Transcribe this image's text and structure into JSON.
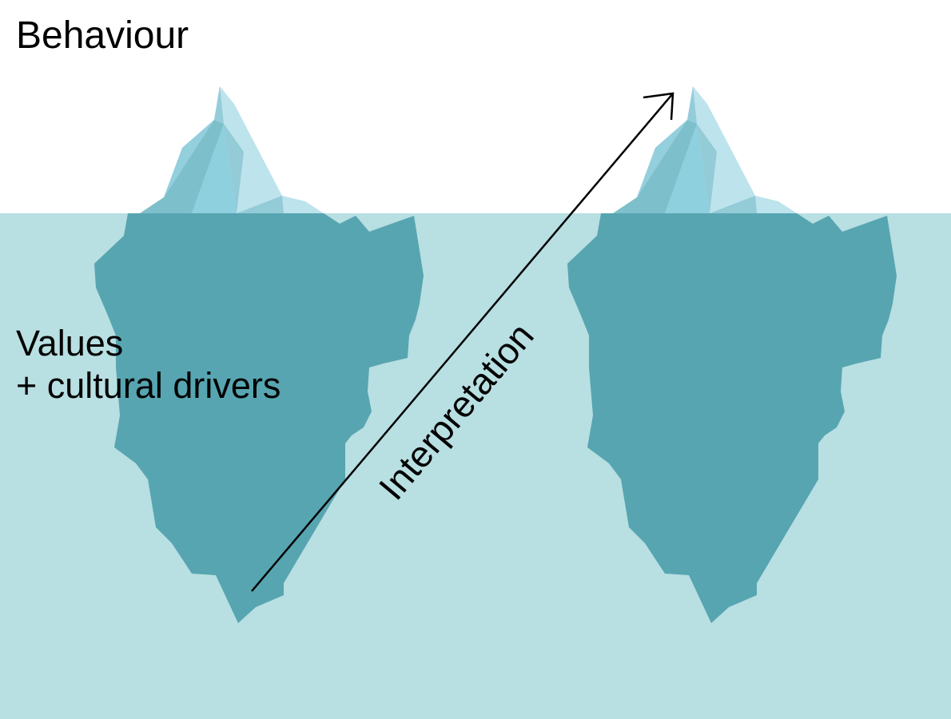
{
  "labels": {
    "top": "Behaviour",
    "bottom_line1": "Values",
    "bottom_line2": "+ cultural drivers",
    "arrow": "Interpretation"
  },
  "colors": {
    "water": "#b8dfe2",
    "iceberg_underwater": "#57a5b1",
    "ice_light": "#bde3ed",
    "ice_mid": "#8fd0de",
    "ice_dark": "#7dbfca",
    "ice_facet": "#93cbd6"
  }
}
